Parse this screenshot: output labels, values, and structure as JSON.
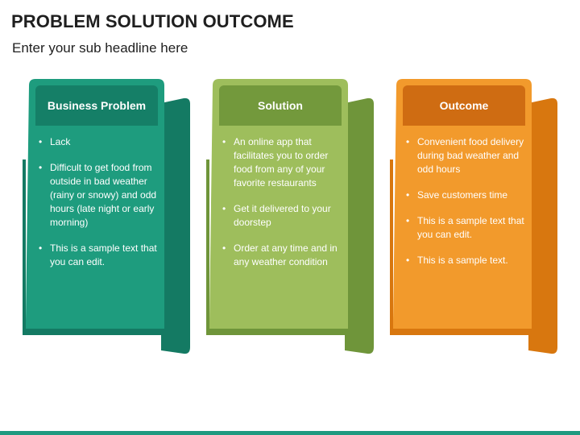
{
  "title": "PROBLEM SOLUTION OUTCOME",
  "subtitle": "Enter your sub headline here",
  "cards": [
    {
      "heading": "Business Problem",
      "colors": {
        "front": "#1e9c7e",
        "header": "#157f67",
        "back": "#147a63"
      },
      "bullets": [
        "Lack",
        "Difficult to get food from outside in bad weather (rainy or snowy) and odd hours (late night or early morning)",
        "This is a sample text that you can edit."
      ]
    },
    {
      "heading": "Solution",
      "colors": {
        "front": "#9ebe5c",
        "header": "#73993c",
        "back": "#6f953a"
      },
      "bullets": [
        "An online app that facilitates you to order food from any of your favorite restaurants",
        "Get it delivered to your doorstep",
        "Order at any time and in any weather condition"
      ]
    },
    {
      "heading": "Outcome",
      "colors": {
        "front": "#f29a2c",
        "header": "#cf6c12",
        "back": "#d8770f"
      },
      "bullets": [
        "Convenient food delivery during bad weather and odd hours",
        "Save customers time",
        "This is a sample text that you can edit.",
        "This is a sample text."
      ]
    }
  ],
  "bullet_symbol": "•"
}
